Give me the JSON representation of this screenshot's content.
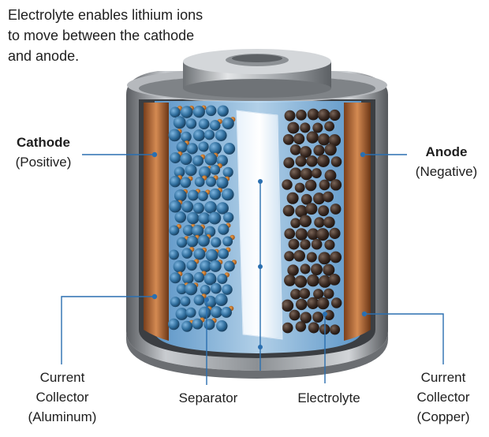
{
  "caption": {
    "line1": "Electrolyte enables lithium ions",
    "line2": "to move between the cathode",
    "line3": "and anode."
  },
  "labels": {
    "cathode": {
      "name": "Cathode",
      "sub": "(Positive)"
    },
    "anode": {
      "name": "Anode",
      "sub": "(Negative)"
    },
    "current_collector_aluminum": {
      "line1": "Current",
      "line2": "Collector",
      "line3": "(Aluminum)"
    },
    "separator": "Separator",
    "electrolyte": "Electrolyte",
    "current_collector_copper": {
      "line1": "Current",
      "line2": "Collector",
      "line3": "(Copper)"
    }
  },
  "colors": {
    "leader_line": "#2a6fb0",
    "cathode_particle": "#2f6d9c",
    "cathode_binder": "#c9731f",
    "anode_particle": "#3a2a22",
    "copper_foil": "#b06a3a",
    "aluminum_foil": "#a8643a",
    "electrolyte": "#8fc4ee",
    "casing": "#8b8e92"
  }
}
